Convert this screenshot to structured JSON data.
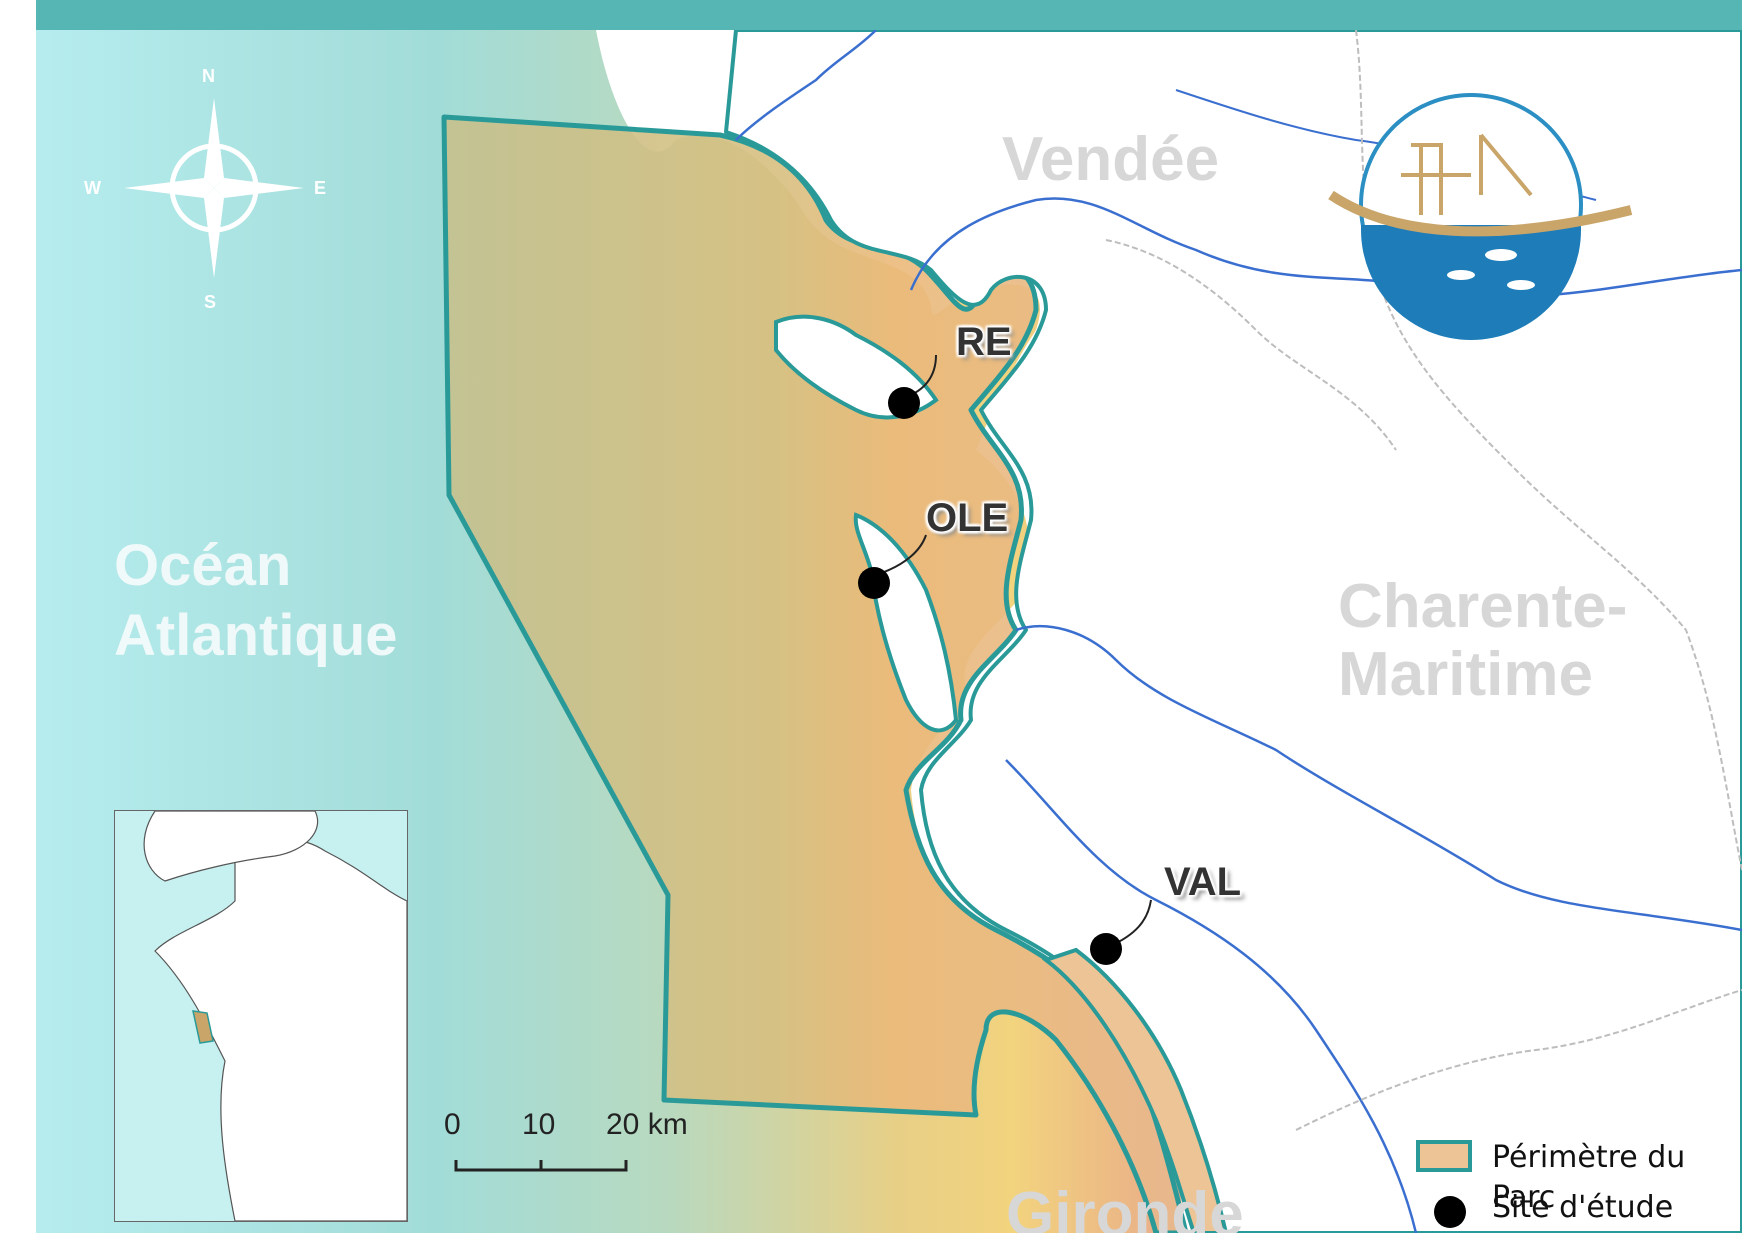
{
  "map": {
    "regions": {
      "vendee": "Vendée",
      "charente_line1": "Charente-",
      "charente_line2": "Maritime",
      "gironde": "Gironde"
    },
    "ocean": {
      "line1": "Océan",
      "line2": "Atlantique"
    },
    "sites": [
      {
        "code": "RE"
      },
      {
        "code": "OLE"
      },
      {
        "code": "VAL"
      }
    ],
    "compass": {
      "n": "N",
      "s": "S",
      "e": "E",
      "w": "W"
    },
    "scale": {
      "tick0": "0",
      "tick1": "10",
      "tick2": "20 km"
    },
    "legend": {
      "perimeter": "Périmètre du Parc",
      "site": "Site d'étude"
    },
    "colors": {
      "banner": "#55b6b4",
      "park_fill": "#edc496",
      "park_border": "#2a9a99",
      "sea": "#9fdcd8",
      "river": "#3a6fd0",
      "site_marker": "#000000"
    }
  }
}
